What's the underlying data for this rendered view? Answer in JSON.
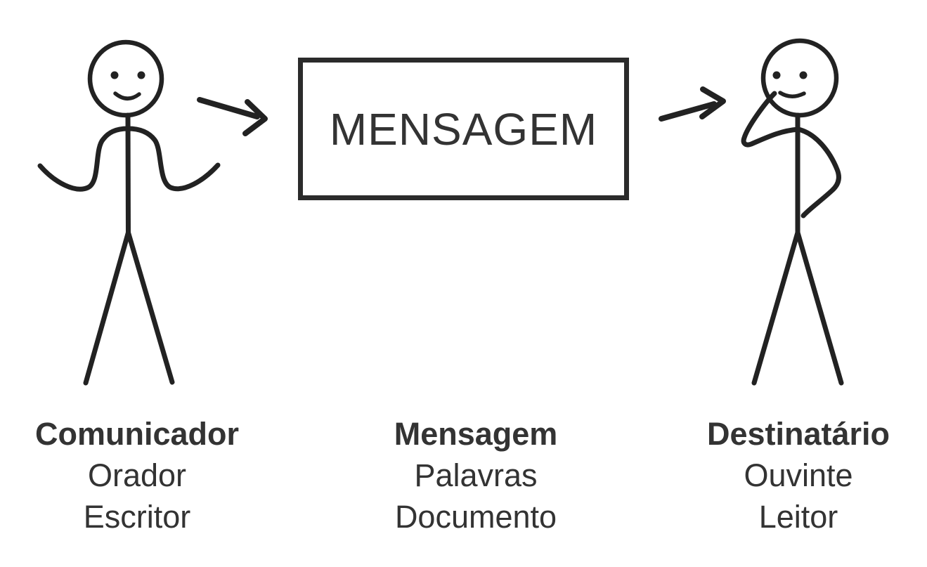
{
  "diagram": {
    "message_box": {
      "label": "MENSAGEM"
    },
    "columns": [
      {
        "title": "Comunicador",
        "lines": [
          "Orador",
          "Escritor"
        ]
      },
      {
        "title": "Mensagem",
        "lines": [
          "Palavras",
          "Documento"
        ]
      },
      {
        "title": "Destinatário",
        "lines": [
          "Ouvinte",
          "Leitor"
        ]
      }
    ],
    "colors": {
      "figure_stroke": "#222222",
      "box_border": "#2b2b2b",
      "text": "#333333",
      "background": "#ffffff"
    }
  }
}
